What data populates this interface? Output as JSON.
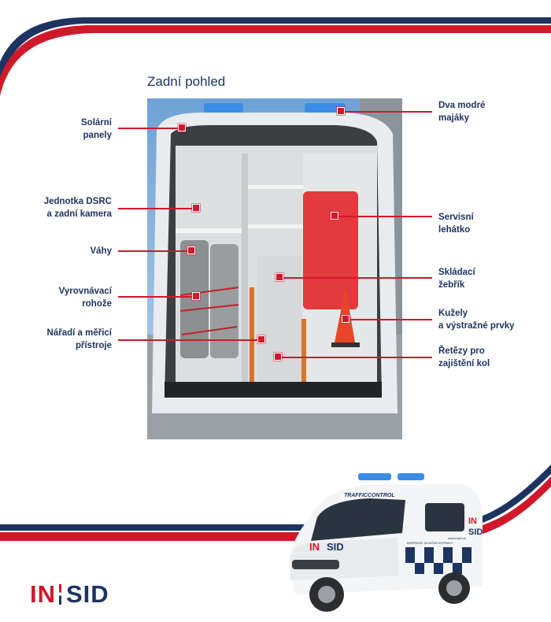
{
  "title": "Zadní pohled",
  "callouts_left": [
    {
      "id": "solar",
      "lines": [
        "Solární",
        "panely"
      ]
    },
    {
      "id": "dsrc",
      "lines": [
        "Jednotka DSRC",
        "a zadní kamera"
      ]
    },
    {
      "id": "scales",
      "lines": [
        "Váhy"
      ]
    },
    {
      "id": "mats",
      "lines": [
        "Vyrovnávací",
        "rohože"
      ]
    },
    {
      "id": "tools",
      "lines": [
        "Nářadí a měřicí",
        "přístroje"
      ]
    }
  ],
  "callouts_right": [
    {
      "id": "beacons",
      "lines": [
        "Dva modré",
        "majáky"
      ]
    },
    {
      "id": "stretcher",
      "lines": [
        "Servisní",
        "lehátko"
      ]
    },
    {
      "id": "ladder",
      "lines": [
        "Skládací",
        "žebřík"
      ]
    },
    {
      "id": "cones",
      "lines": [
        "Kužely",
        "a výstražné prvky"
      ]
    },
    {
      "id": "chains",
      "lines": [
        "Řetězy pro",
        "zajištění kol"
      ]
    }
  ],
  "logo": {
    "left": "IN",
    "right": "SID"
  },
  "van": {
    "roof_text_1": "TRAFFIC",
    "roof_text_2": "CONTROL",
    "logo_left": "IN",
    "logo_right": "SID",
    "side_small_text": "INSPEKCE SILNIČNÍ DOPRAVY",
    "website": "www.insid.cz"
  },
  "colors": {
    "brand_red": "#d0182b",
    "brand_blue": "#1d3461",
    "beacon_blue": "#3a8ee8"
  }
}
